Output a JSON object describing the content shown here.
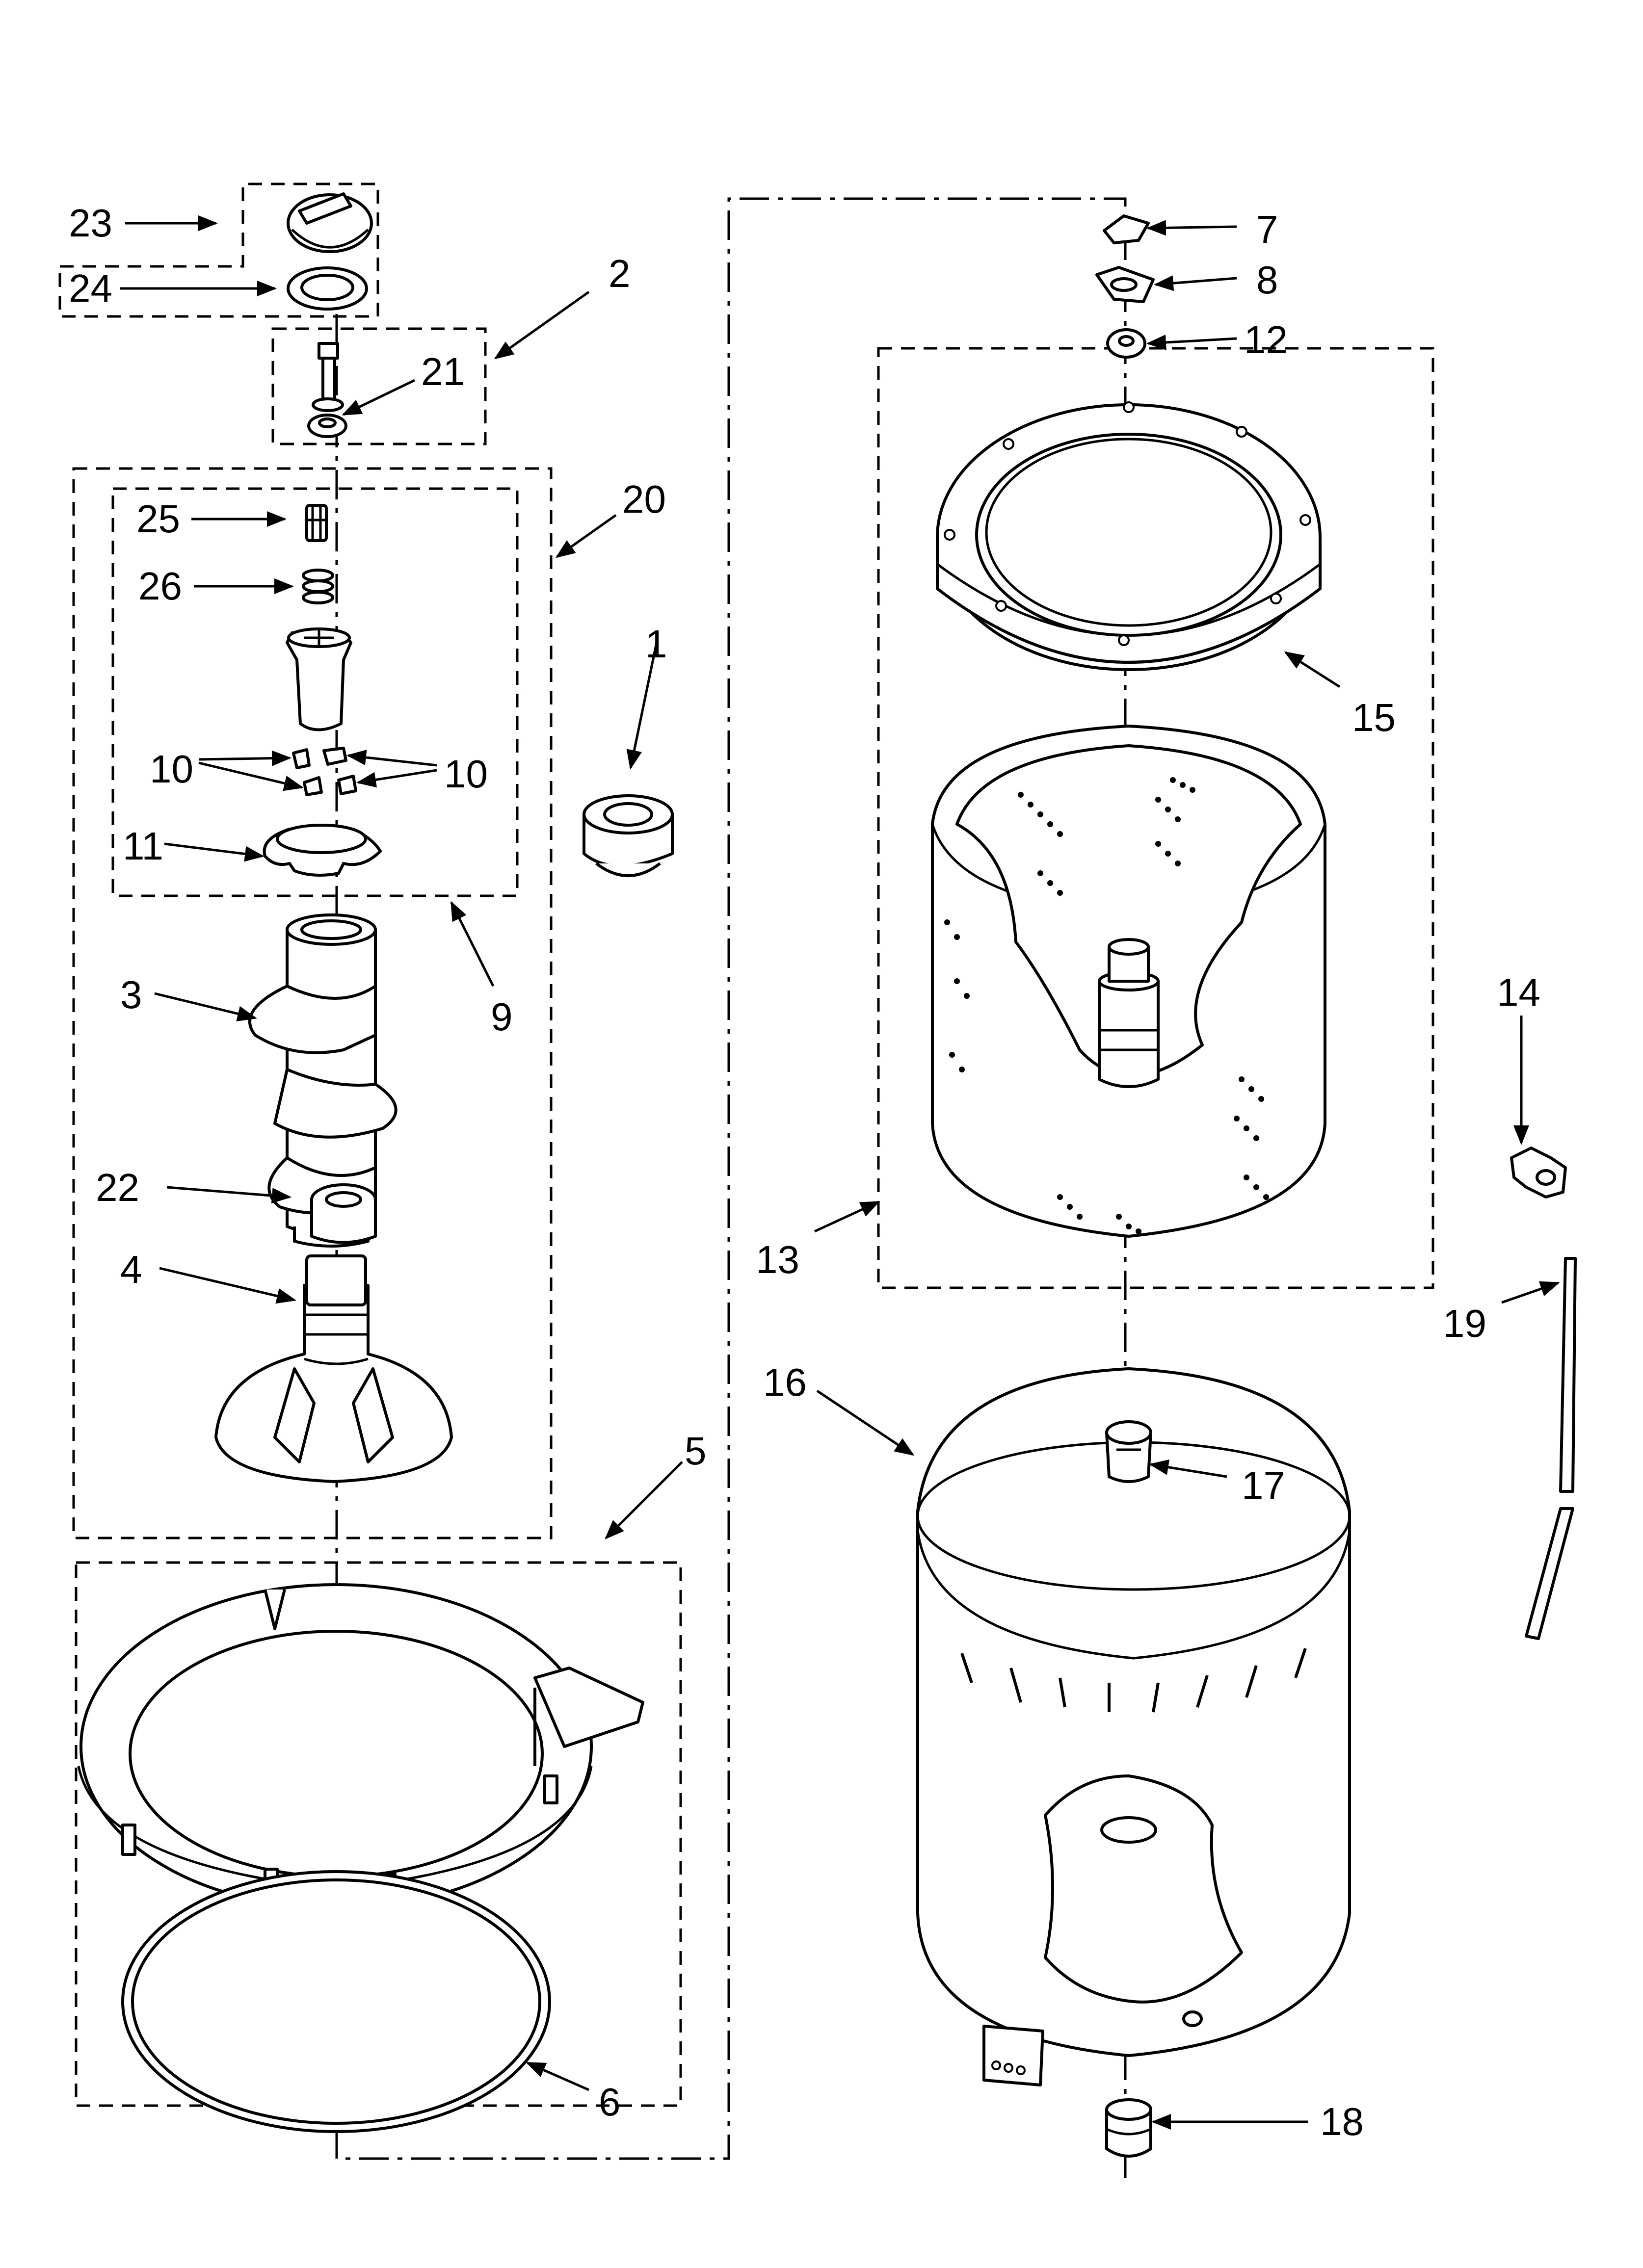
{
  "callouts": [
    {
      "id": "1",
      "text": "1"
    },
    {
      "id": "2",
      "text": "2"
    },
    {
      "id": "3",
      "text": "3"
    },
    {
      "id": "4",
      "text": "4"
    },
    {
      "id": "5",
      "text": "5"
    },
    {
      "id": "6",
      "text": "6"
    },
    {
      "id": "7",
      "text": "7"
    },
    {
      "id": "8",
      "text": "8"
    },
    {
      "id": "9",
      "text": "9"
    },
    {
      "id": "10a",
      "text": "10"
    },
    {
      "id": "10b",
      "text": "10"
    },
    {
      "id": "11",
      "text": "11"
    },
    {
      "id": "12",
      "text": "12"
    },
    {
      "id": "13",
      "text": "13"
    },
    {
      "id": "14",
      "text": "14"
    },
    {
      "id": "15",
      "text": "15"
    },
    {
      "id": "16",
      "text": "16"
    },
    {
      "id": "17",
      "text": "17"
    },
    {
      "id": "18",
      "text": "18"
    },
    {
      "id": "19",
      "text": "19"
    },
    {
      "id": "20",
      "text": "20"
    },
    {
      "id": "21",
      "text": "21"
    },
    {
      "id": "22",
      "text": "22"
    },
    {
      "id": "23",
      "text": "23"
    },
    {
      "id": "24",
      "text": "24"
    },
    {
      "id": "25",
      "text": "25"
    },
    {
      "id": "26",
      "text": "26"
    }
  ],
  "colors": {
    "ink": "#000000",
    "paper": "#ffffff"
  }
}
